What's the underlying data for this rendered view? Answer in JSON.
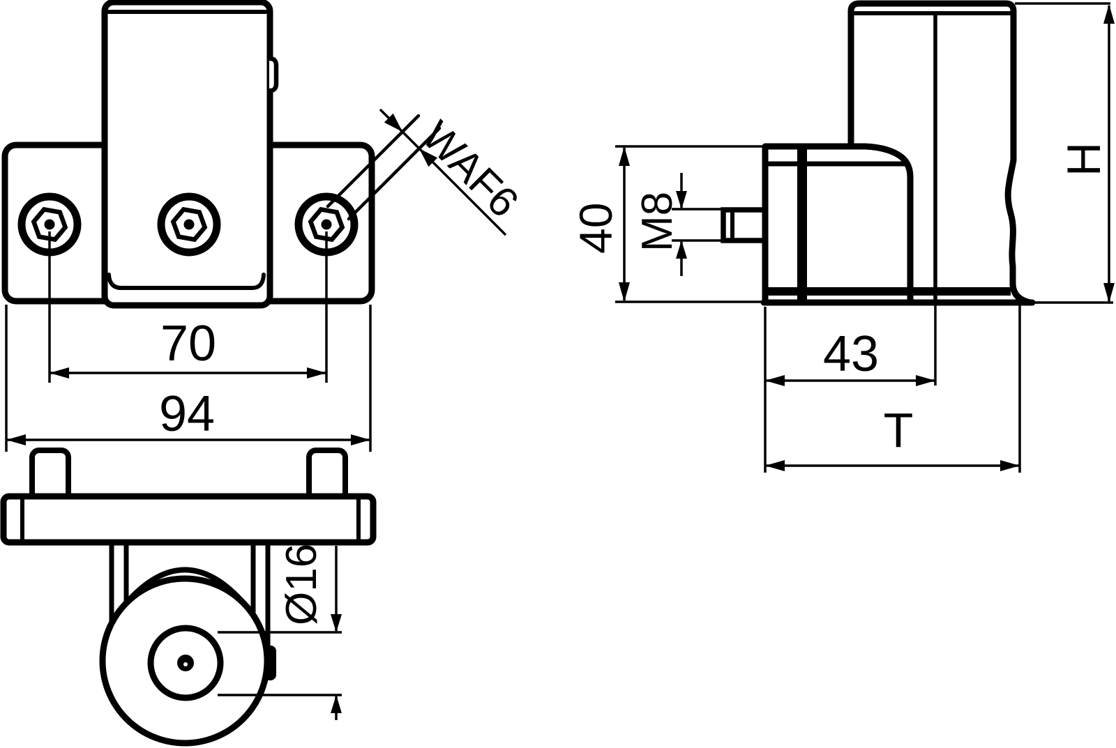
{
  "drawing": {
    "colors": {
      "line": "#000000",
      "background": "#ffffff"
    },
    "labels": {
      "screw_spacing": "70",
      "plate_width": "94",
      "wrench_size": "WAF6",
      "bracket_height": "40",
      "thread_size": "M8",
      "bracket_depth": "43",
      "total_depth": "T",
      "post_height": "H",
      "roller_diameter": "Ø16"
    }
  }
}
